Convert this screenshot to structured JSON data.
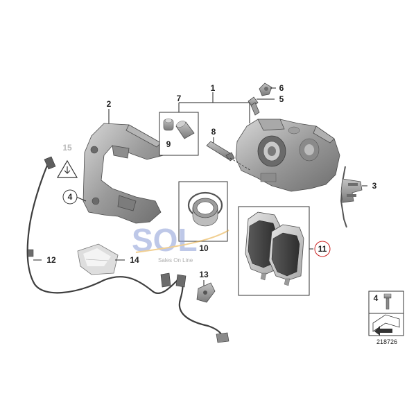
{
  "callouts": [
    {
      "id": "1",
      "label": "1"
    },
    {
      "id": "2",
      "label": "2"
    },
    {
      "id": "3",
      "label": "3"
    },
    {
      "id": "4",
      "label": "4"
    },
    {
      "id": "5",
      "label": "5"
    },
    {
      "id": "6",
      "label": "6"
    },
    {
      "id": "7",
      "label": "7"
    },
    {
      "id": "8",
      "label": "8"
    },
    {
      "id": "9",
      "label": "9"
    },
    {
      "id": "10",
      "label": "10"
    },
    {
      "id": "11",
      "label": "11"
    },
    {
      "id": "12",
      "label": "12"
    },
    {
      "id": "13",
      "label": "13"
    },
    {
      "id": "14",
      "label": "14"
    },
    {
      "id": "15",
      "label": "15"
    }
  ],
  "legend_box": {
    "part_label": "4"
  },
  "diagram_number": "218726",
  "watermark": {
    "logo_text": "SOL",
    "tagline": "Sales On Line"
  },
  "highlight_color": "#cc2222"
}
